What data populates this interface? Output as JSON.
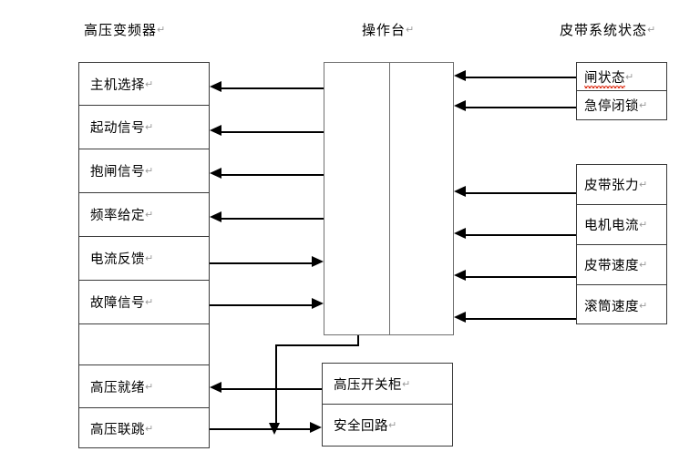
{
  "titles": {
    "left": "高压变频器",
    "center": "操作台",
    "right": "皮带系统状态",
    "pilcrow": "↵"
  },
  "left_panel": {
    "rows": [
      {
        "label": "主机选择"
      },
      {
        "label": "起动信号"
      },
      {
        "label": "抱闸信号"
      },
      {
        "label": "频率给定"
      },
      {
        "label": "电流反馈"
      },
      {
        "label": "故障信号"
      },
      {
        "label": ""
      },
      {
        "label": "高压就绪"
      },
      {
        "label": "高压联跳"
      }
    ]
  },
  "right_top_panel": {
    "rows": [
      {
        "label": "闸状态",
        "spellcheck_flag": true
      },
      {
        "label": "急停闭锁",
        "spellcheck_flag": false
      }
    ]
  },
  "right_bottom_panel": {
    "rows": [
      {
        "label": "皮带张力"
      },
      {
        "label": "电机电流"
      },
      {
        "label": "皮带速度"
      },
      {
        "label": "滚筒速度"
      }
    ]
  },
  "bottom_panel": {
    "rows": [
      {
        "label": "高压开关柜"
      },
      {
        "label": "安全回路"
      }
    ]
  },
  "colors": {
    "line": "#000000",
    "box_border": "#3a3a3a",
    "console_border": "#6f6f6f",
    "spellcheck": "#e03b24",
    "background": "#ffffff"
  }
}
